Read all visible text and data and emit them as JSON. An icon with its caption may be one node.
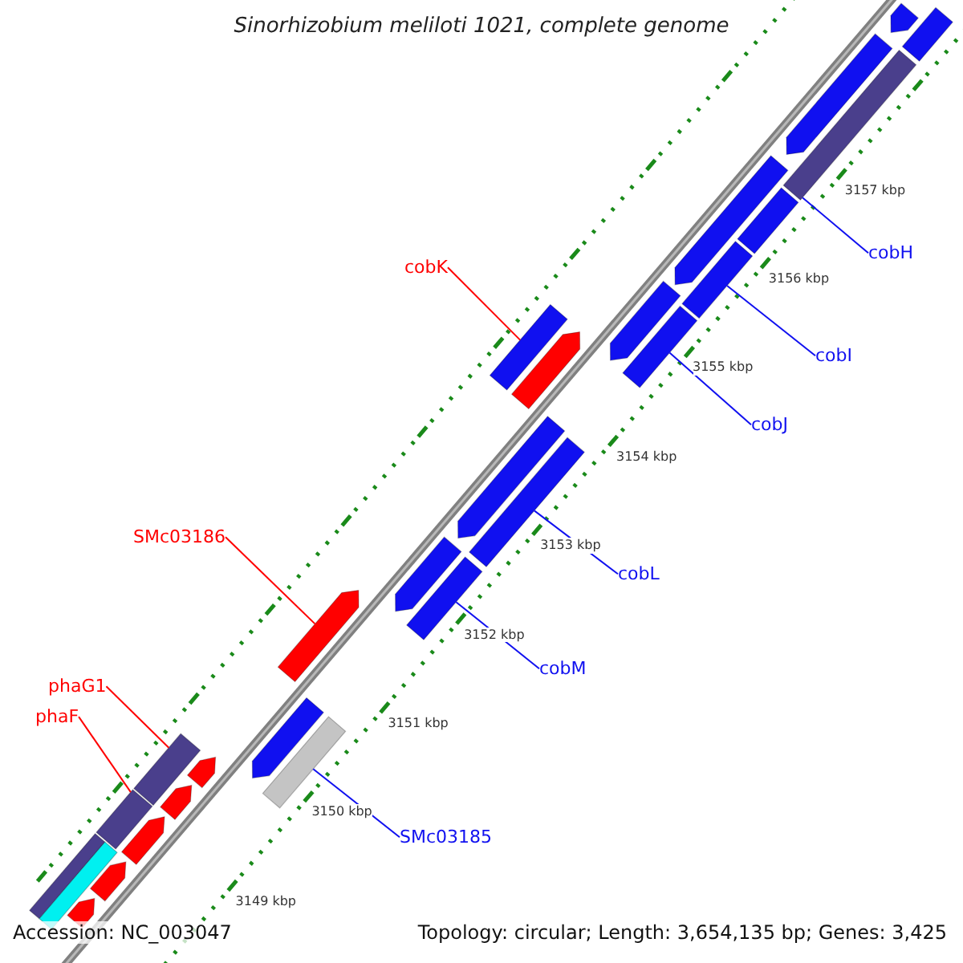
{
  "diagram": {
    "title": "Sinorhizobium meliloti 1021, complete genome",
    "nodes": [
      {
        "text": [
          "cobK"
        ]
      },
      {
        "text": [],
        "shape": "bar"
      },
      {
        "text": [
          "SMc03186"
        ]
      },
      {
        "text": [],
        "shape": "arrow"
      },
      {
        "text": [
          "phaG1"
        ]
      },
      {
        "text": [],
        "shape": "bar"
      },
      {
        "text": [
          "phaF"
        ]
      },
      {
        "text": [],
        "shape": "bar"
      },
      {
        "text": [
          "cobH"
        ]
      },
      {
        "text": [],
        "shape": "bar"
      },
      {
        "text": [
          "cobI"
        ]
      },
      {
        "text": [],
        "shape": "bar"
      },
      {
        "text": [
          "cobJ"
        ]
      },
      {
        "text": [],
        "shape": "bar"
      },
      {
        "text": [
          "cobL"
        ]
      },
      {
        "text": [],
        "shape": "bar"
      },
      {
        "text": [
          "cobM"
        ]
      },
      {
        "text": [],
        "shape": "bar"
      },
      {
        "text": [
          "SMc03185"
        ]
      },
      {
        "text": [],
        "shape": "bar"
      },
      {
        "text": [],
        "shape": "arrow"
      },
      {
        "text": [],
        "shape": "bar"
      },
      {
        "text": [],
        "shape": "arrow"
      },
      {
        "text": [],
        "shape": "bar"
      },
      {
        "text": [],
        "shape": "arrow"
      },
      {
        "text": [],
        "shape": "arrow"
      },
      {
        "text": [],
        "shape": "arrow"
      },
      {
        "text": [],
        "shape": "arrow"
      },
      {
        "text": [],
        "shape": "arrow"
      },
      {
        "text": [],
        "shape": "arrow"
      },
      {
        "text": [],
        "shape": "arrow"
      },
      {
        "text": [],
        "shape": "arrow"
      },
      {
        "text": [],
        "shape": "arrow"
      },
      {
        "text": [],
        "shape": "bar"
      },
      {
        "text": [],
        "shape": "bar"
      },
      {
        "text": [],
        "shape": "arrow"
      },
      {
        "text": [],
        "shape": "arrow"
      }
    ],
    "edges": [
      {
        "from": 0,
        "to": 1,
        "arrow": "none",
        "color": "#ff0000"
      },
      {
        "from": 2,
        "to": 3,
        "arrow": "none",
        "color": "#ff0000"
      },
      {
        "from": 4,
        "to": 5,
        "arrow": "none",
        "color": "#ff0000"
      },
      {
        "from": 6,
        "to": 7,
        "arrow": "none",
        "color": "#ff0000"
      },
      {
        "from": 8,
        "to": 9,
        "arrow": "none"
      },
      {
        "from": 10,
        "to": 11,
        "arrow": "none"
      },
      {
        "from": 12,
        "to": 13,
        "arrow": "none"
      },
      {
        "from": 14,
        "to": 15,
        "arrow": "none"
      },
      {
        "from": 16,
        "to": 17,
        "arrow": "none"
      },
      {
        "from": 18,
        "to": 19,
        "arrow": "none"
      }
    ],
    "labels": [
      "3157 kbp",
      "3156 kbp",
      "3155 kbp",
      "3154 kbp",
      "3153 kbp",
      "3152 kbp",
      "3151 kbp",
      "3150 kbp",
      "3149 kbp",
      "Accession: NC_003047",
      "Topology: circular; Length: 3,654,135 bp; Genes: 3,425"
    ]
  }
}
